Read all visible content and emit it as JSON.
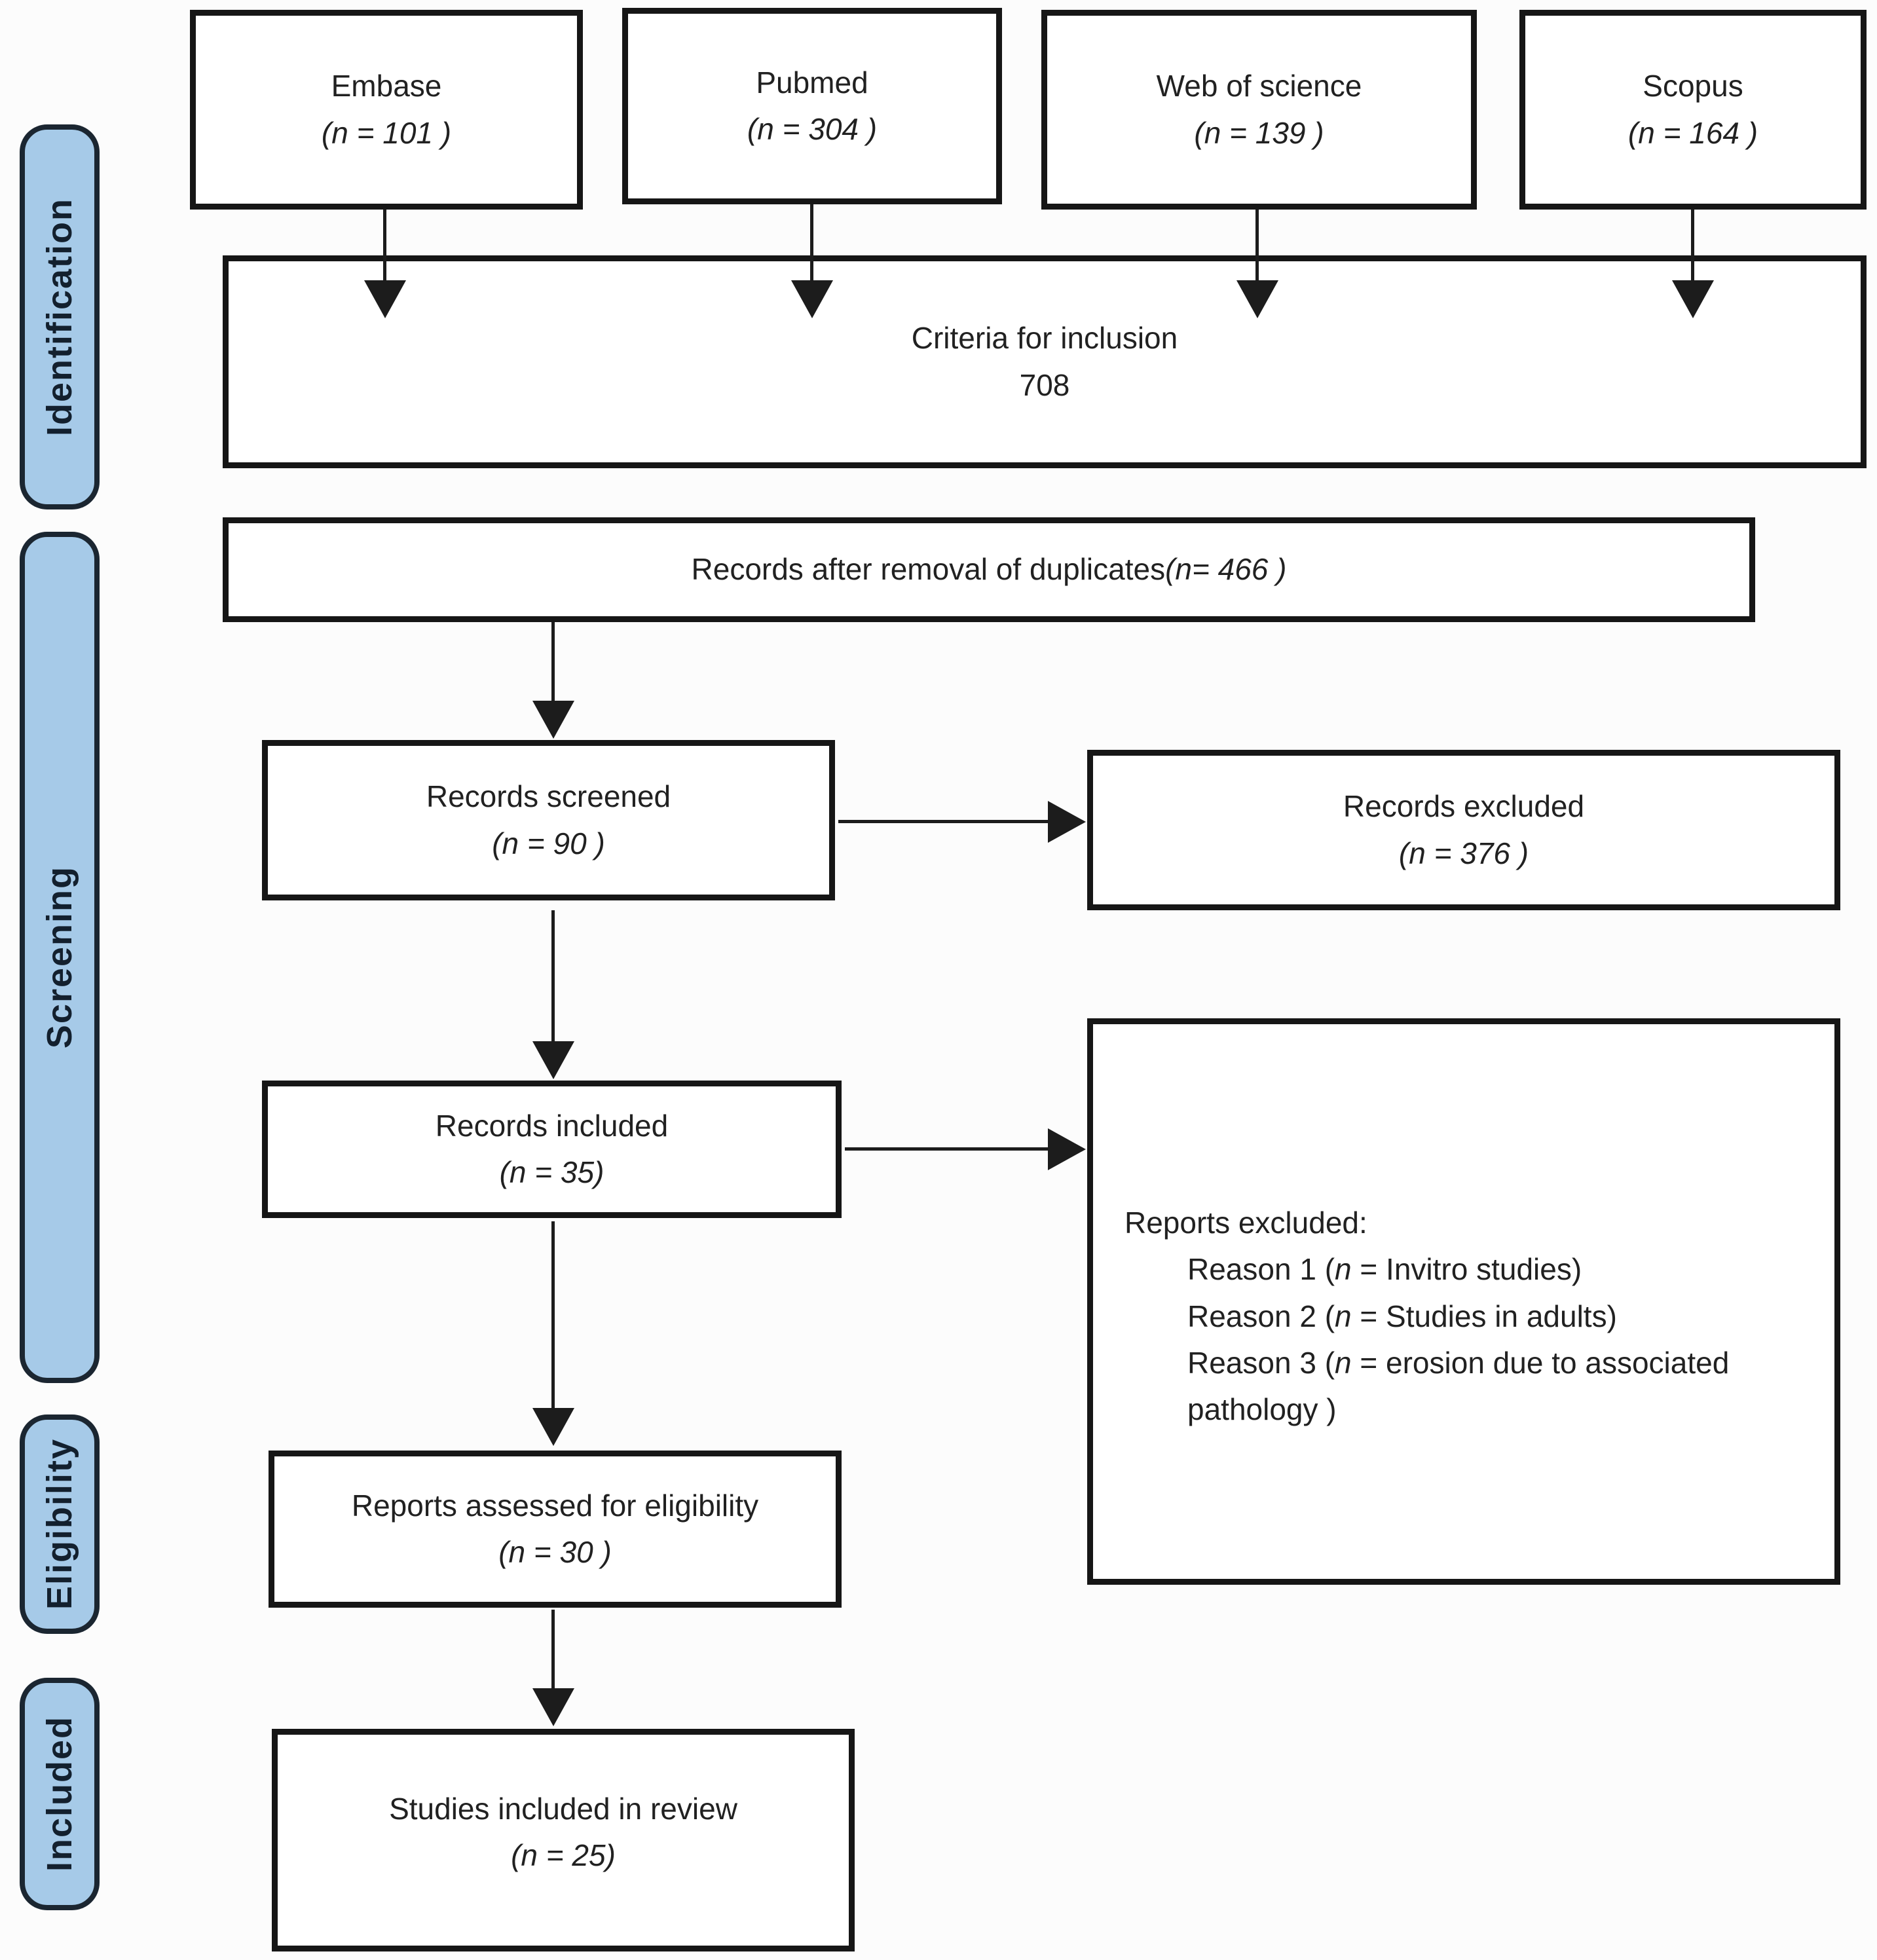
{
  "colors": {
    "stage_fill": "#a6cae8",
    "stage_border": "#1b2631",
    "box_border": "#161616",
    "arrow": "#1c1c1c"
  },
  "stages": [
    {
      "label": "Identification"
    },
    {
      "label": "Screening"
    },
    {
      "label": "Eligibility"
    },
    {
      "label": "Included"
    }
  ],
  "sources": [
    {
      "name": "Embase",
      "count": "(n = 101 )"
    },
    {
      "name": "Pubmed",
      "count": "(n = 304 )"
    },
    {
      "name": "Web of science",
      "count": "(n = 139 )"
    },
    {
      "name": "Scopus",
      "count": "(n = 164 )"
    }
  ],
  "criteria_box": {
    "line1": "Criteria for inclusion",
    "line2": "708"
  },
  "duplicates_box": {
    "text": "Records after removal of duplicates ",
    "count": "(n= 466 )"
  },
  "screened_box": {
    "name": "Records screened",
    "count": "(n = 90 )"
  },
  "excluded_box": {
    "name": "Records excluded",
    "count": "(n = 376 )"
  },
  "included_box": {
    "name": "Records included",
    "count": "(n = 35)"
  },
  "reports_excluded_box": {
    "title": "Reports excluded:",
    "reasons": [
      {
        "before": "Reason 1 (",
        "n": "n",
        "after": " = Invitro studies)"
      },
      {
        "before": "Reason 2 (",
        "n": "n",
        "after": " = Studies in adults)"
      },
      {
        "before": "Reason 3 (",
        "n": "n",
        "after": " = erosion due to associated pathology  )"
      }
    ]
  },
  "assessed_box": {
    "name": "Reports assessed for eligibility",
    "count": "(n = 30 )"
  },
  "studies_box": {
    "name": "Studies included in review",
    "count": "(n = 25)"
  }
}
